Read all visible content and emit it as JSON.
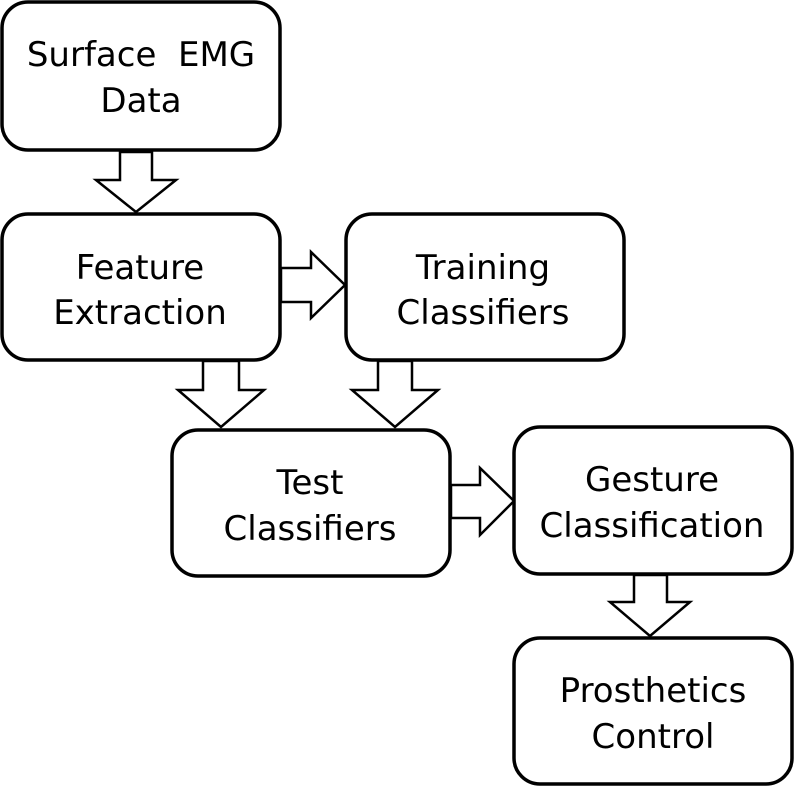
{
  "nodes": [
    {
      "id": "surface-emg-data",
      "lines": [
        "Surface  EMG",
        "Data"
      ]
    },
    {
      "id": "feature-extraction",
      "lines": [
        "Feature",
        "Extraction"
      ]
    },
    {
      "id": "training-classifiers",
      "lines": [
        "Training",
        "Classifiers"
      ]
    },
    {
      "id": "test-classifiers",
      "lines": [
        "Test",
        "Classifiers"
      ]
    },
    {
      "id": "gesture-classification",
      "lines": [
        "Gesture",
        "Classification"
      ]
    },
    {
      "id": "prosthetics-control",
      "lines": [
        "Prosthetics",
        "Control"
      ]
    }
  ],
  "edges": [
    {
      "from": "surface-emg-data",
      "to": "feature-extraction"
    },
    {
      "from": "feature-extraction",
      "to": "training-classifiers"
    },
    {
      "from": "feature-extraction",
      "to": "test-classifiers"
    },
    {
      "from": "training-classifiers",
      "to": "test-classifiers"
    },
    {
      "from": "test-classifiers",
      "to": "gesture-classification"
    },
    {
      "from": "gesture-classification",
      "to": "prosthetics-control"
    }
  ],
  "colors": {
    "stroke": "#000000",
    "fill": "#ffffff",
    "text": "#000000"
  }
}
